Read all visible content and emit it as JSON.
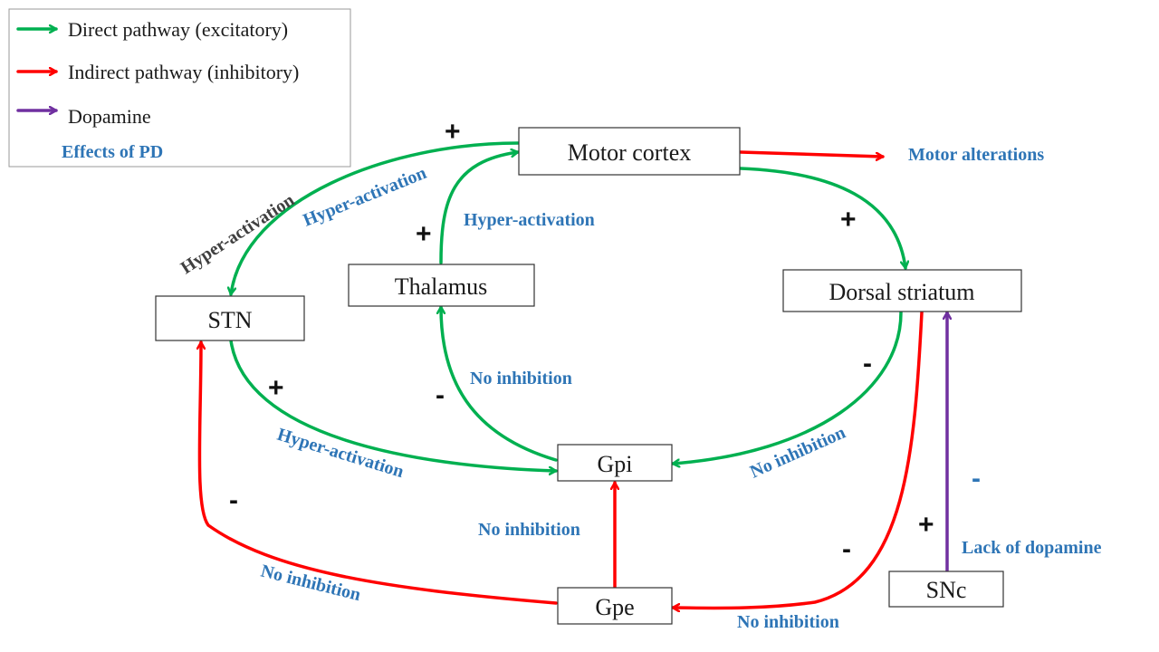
{
  "colors": {
    "direct": "#00b050",
    "indirect": "#ff0000",
    "dopamine": "#7030a0",
    "effects": "#2e75b6"
  },
  "legend": {
    "direct": "Direct pathway (excitatory)",
    "indirect": "Indirect pathway (inhibitory)",
    "dopamine": "Dopamine",
    "effects": "Effects of PD"
  },
  "nodes": {
    "motor_cortex": "Motor cortex",
    "thalamus": "Thalamus",
    "stn": "STN",
    "dorsal_striatum": "Dorsal striatum",
    "gpi": "Gpi",
    "gpe": "Gpe",
    "snc": "SNc"
  },
  "labels": {
    "motor_alterations": "Motor alterations",
    "hyper_cortex_stn_outer": "Hyper-activation",
    "hyper_cortex_stn_inner": "Hyper-activation",
    "hyper_thalamus_cortex": "Hyper-activation",
    "hyper_stn_gpi": "Hyper-activation",
    "no_inh_gpi_thalamus": "No inhibition",
    "no_inh_striatum_gpi": "No inhibition",
    "no_inh_gpe_gpi": "No inhibition",
    "no_inh_gpe_stn": "No inhibition",
    "no_inh_striatum_gpe": "No inhibition",
    "lack_dopamine": "Lack of dopamine"
  },
  "signs": {
    "cortex_stn": "+",
    "thalamus_cortex": "+",
    "cortex_striatum": "+",
    "stn_gpi": "+",
    "gpi_thalamus": "-",
    "striatum_gpi": "-",
    "gpe_stn": "-",
    "striatum_gpe": "-",
    "snc_striatum_plus": "+",
    "snc_striatum_minus": "-"
  }
}
